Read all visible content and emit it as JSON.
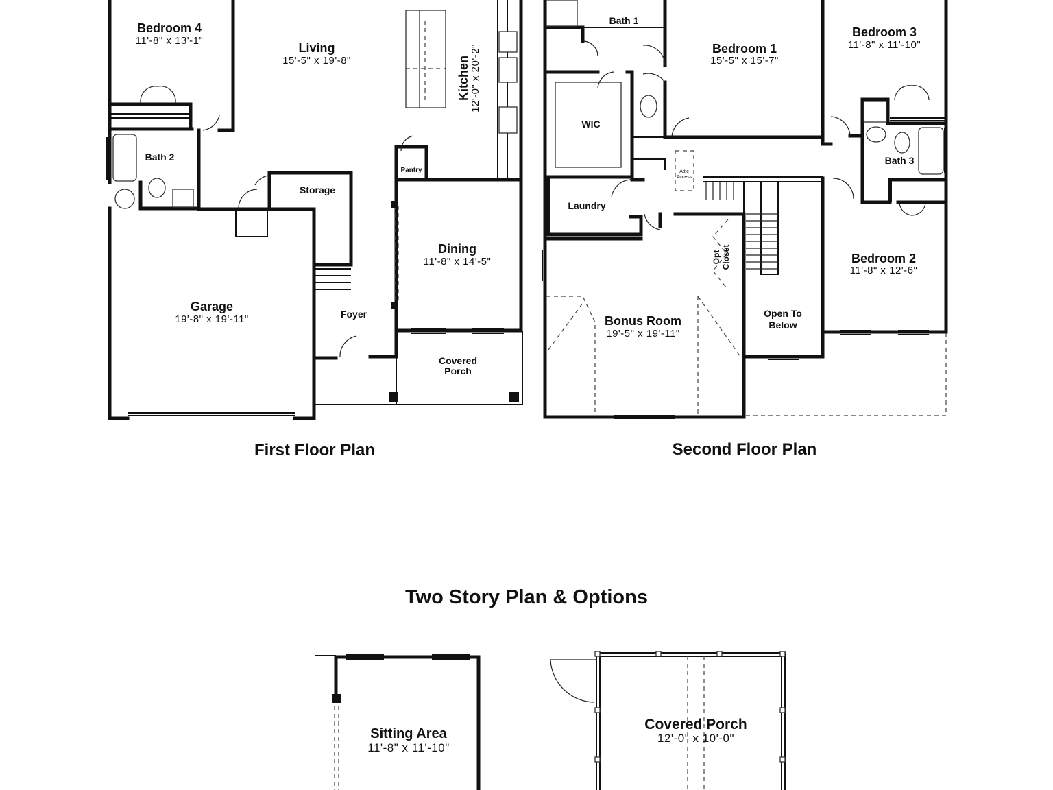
{
  "first_floor": {
    "caption": "First Floor Plan",
    "rooms": {
      "bedroom4": {
        "name": "Bedroom 4",
        "dims": "11'-8\" x 13'-1\""
      },
      "living": {
        "name": "Living",
        "dims": "15'-5\" x 19'-8\""
      },
      "kitchen": {
        "name": "Kitchen",
        "dims": "12'-0\" x 20'-2\""
      },
      "bath2": {
        "name": "Bath 2"
      },
      "pantry": {
        "name": "Pantry"
      },
      "storage": {
        "name": "Storage"
      },
      "dining": {
        "name": "Dining",
        "dims": "11'-8\" x 14'-5\""
      },
      "garage": {
        "name": "Garage",
        "dims": "19'-8\" x 19'-11\""
      },
      "foyer": {
        "name": "Foyer"
      },
      "covered_porch": {
        "name_line1": "Covered",
        "name_line2": "Porch"
      }
    }
  },
  "second_floor": {
    "caption": "Second Floor Plan",
    "rooms": {
      "bath1": {
        "name": "Bath 1"
      },
      "bedroom1": {
        "name": "Bedroom 1",
        "dims": "15'-5\" x 15'-7\""
      },
      "bedroom3": {
        "name": "Bedroom 3",
        "dims": "11'-8\" x 11'-10\""
      },
      "wic": {
        "name": "WIC"
      },
      "attic": {
        "line1": "Attic",
        "line2": "Access"
      },
      "bath3": {
        "name": "Bath 3"
      },
      "laundry": {
        "name": "Laundry"
      },
      "opt_closet": {
        "line1": "Opt",
        "line2": "Closet"
      },
      "bedroom2": {
        "name": "Bedroom 2",
        "dims": "11'-8\" x 12'-6\""
      },
      "bonus_room": {
        "name": "Bonus Room",
        "dims": "19'-5\" x 19'-11\""
      },
      "open_to_below": {
        "line1": "Open To",
        "line2": "Below"
      }
    }
  },
  "options_title": "Two Story Plan & Options",
  "options": {
    "sitting_area": {
      "name": "Sitting Area",
      "dims": "11'-8\" x 11'-10\""
    },
    "covered_porch_option": {
      "name": "Covered Porch",
      "dims": "12'-0\" x 10'-0\""
    }
  }
}
